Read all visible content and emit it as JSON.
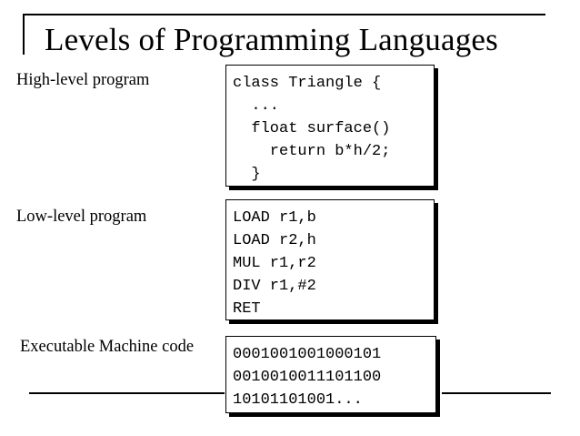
{
  "title": "Levels of Programming Languages",
  "sections": [
    {
      "label": "High-level program",
      "code_lines": [
        "class Triangle {",
        "  ...",
        "  float surface()",
        "    return b*h/2;",
        "  }"
      ]
    },
    {
      "label": "Low-level program",
      "code_lines": [
        "LOAD r1,b",
        "LOAD r2,h",
        "MUL r1,r2",
        "DIV r1,#2",
        "RET"
      ]
    },
    {
      "label": "Executable Machine code",
      "code_lines": [
        "0001001001000101",
        "0010010011101100",
        "10101101001..."
      ]
    }
  ]
}
